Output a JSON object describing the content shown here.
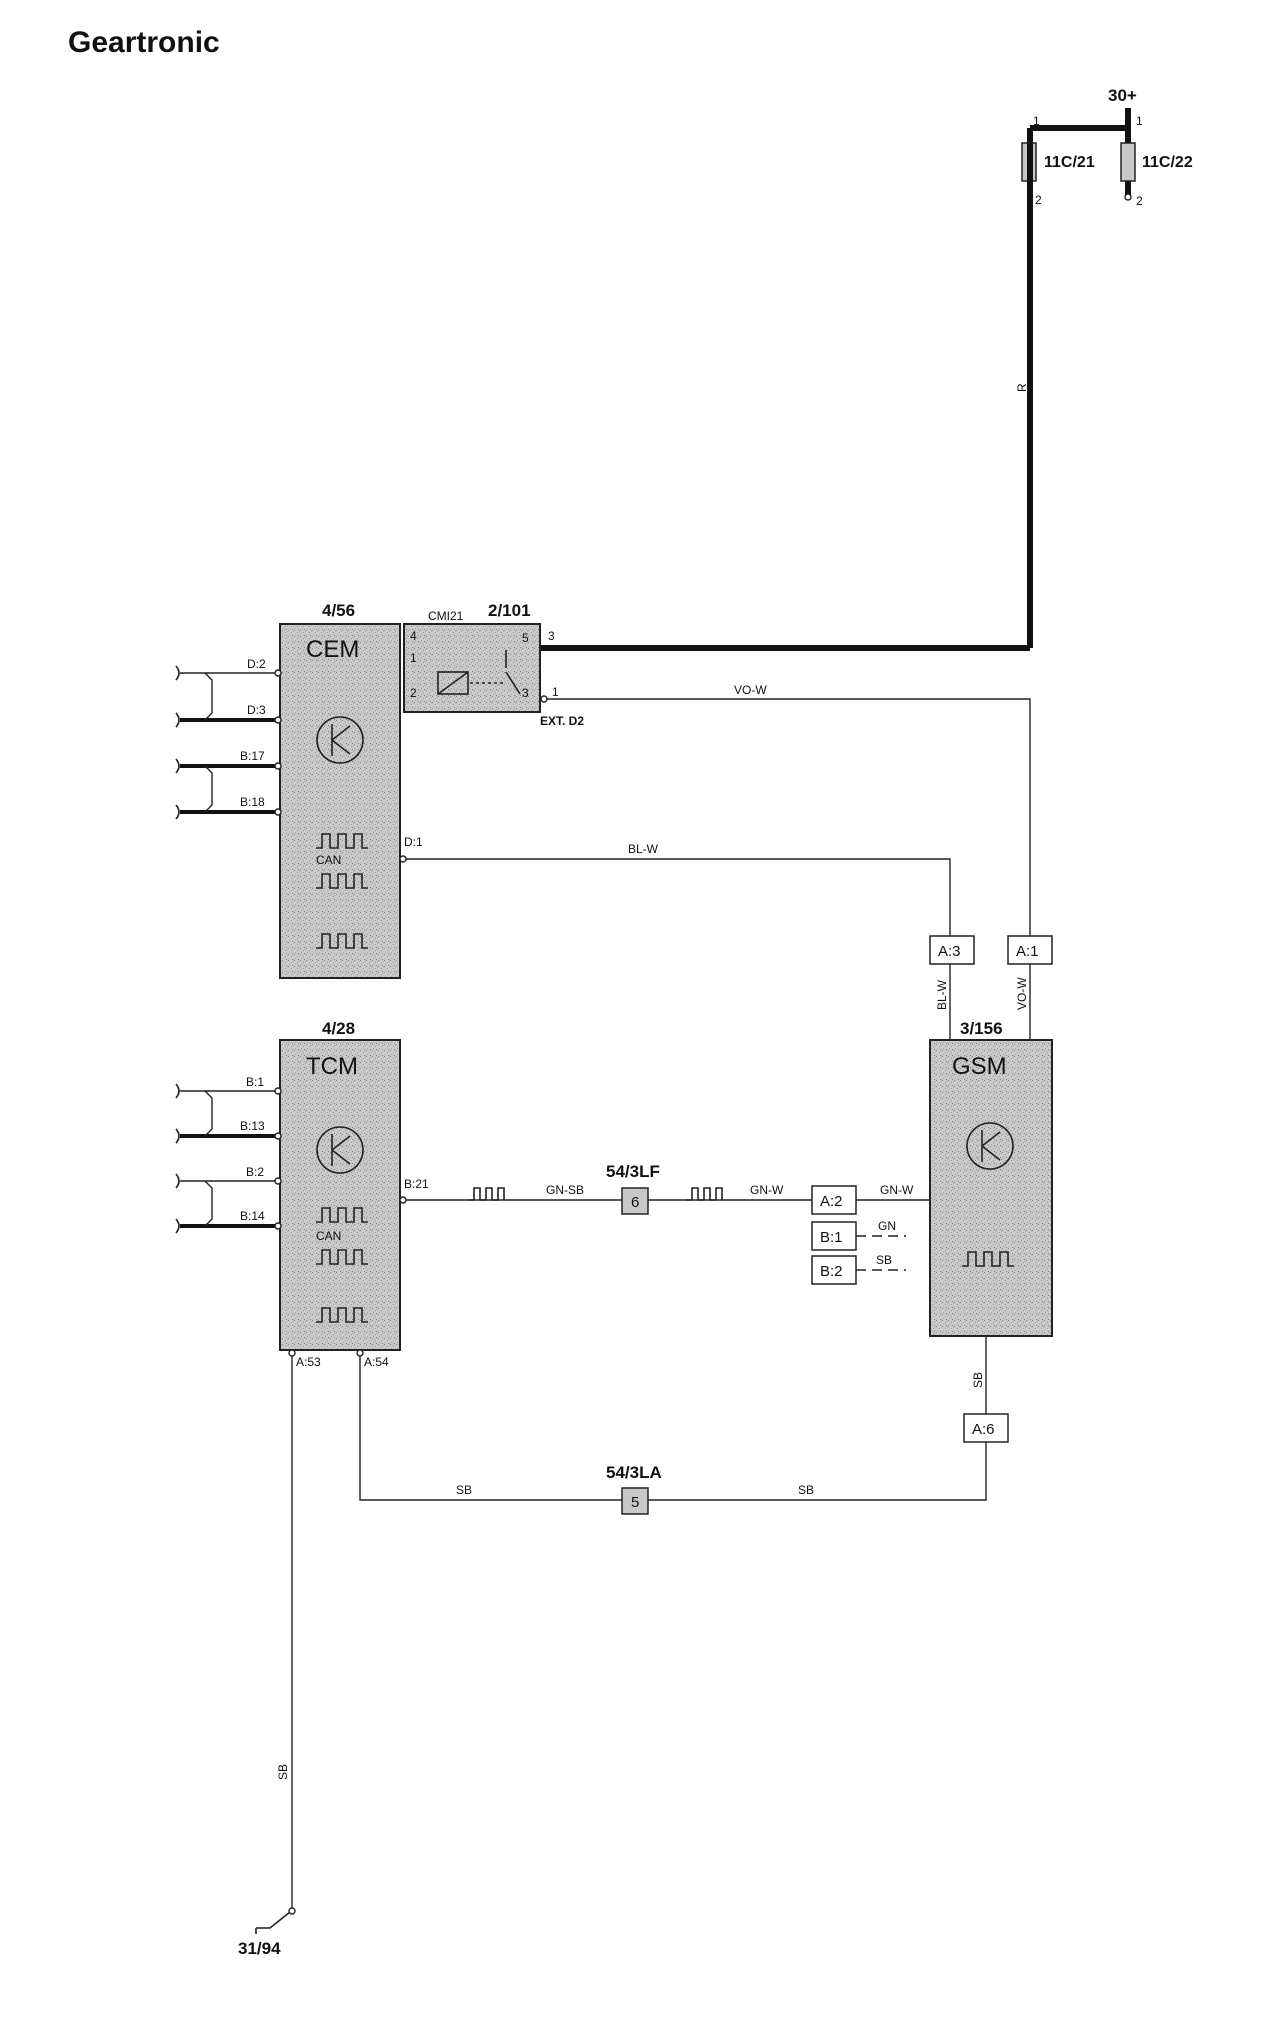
{
  "title": "Geartronic",
  "power": {
    "label": "30+"
  },
  "fuses": [
    {
      "id": "11C/21",
      "pin_top": "1",
      "pin_bottom": "2"
    },
    {
      "id": "11C/22",
      "pin_top": "1",
      "pin_bottom": "2"
    }
  ],
  "modules": {
    "cem": {
      "ref": "4/56",
      "name": "CEM",
      "can": "CAN",
      "pins": [
        "D:2",
        "D:3",
        "B:17",
        "B:18",
        "D:1"
      ]
    },
    "tcm": {
      "ref": "4/28",
      "name": "TCM",
      "can": "CAN",
      "pins": [
        "B:1",
        "B:13",
        "B:2",
        "B:14",
        "B:21",
        "A:53",
        "A:54"
      ]
    },
    "gsm": {
      "ref": "3/156",
      "name": "GSM"
    }
  },
  "relay": {
    "ref": "2/101",
    "code": "CMI21",
    "ext": "EXT. D2",
    "pins": [
      "4",
      "5",
      "1",
      "2",
      "3",
      "3",
      "1"
    ]
  },
  "connectors": [
    "A:3",
    "A:1",
    "A:2",
    "B:1",
    "B:2",
    "A:6"
  ],
  "splices": [
    {
      "ref": "54/3LF",
      "num": "6"
    },
    {
      "ref": "54/3LA",
      "num": "5"
    }
  ],
  "wires": {
    "r": "R",
    "vo_w": "VO-W",
    "bl_w": "BL-W",
    "gn_sb": "GN-SB",
    "gn_w": "GN-W",
    "gn": "GN",
    "sb": "SB"
  },
  "ground": {
    "label": "31/94"
  }
}
